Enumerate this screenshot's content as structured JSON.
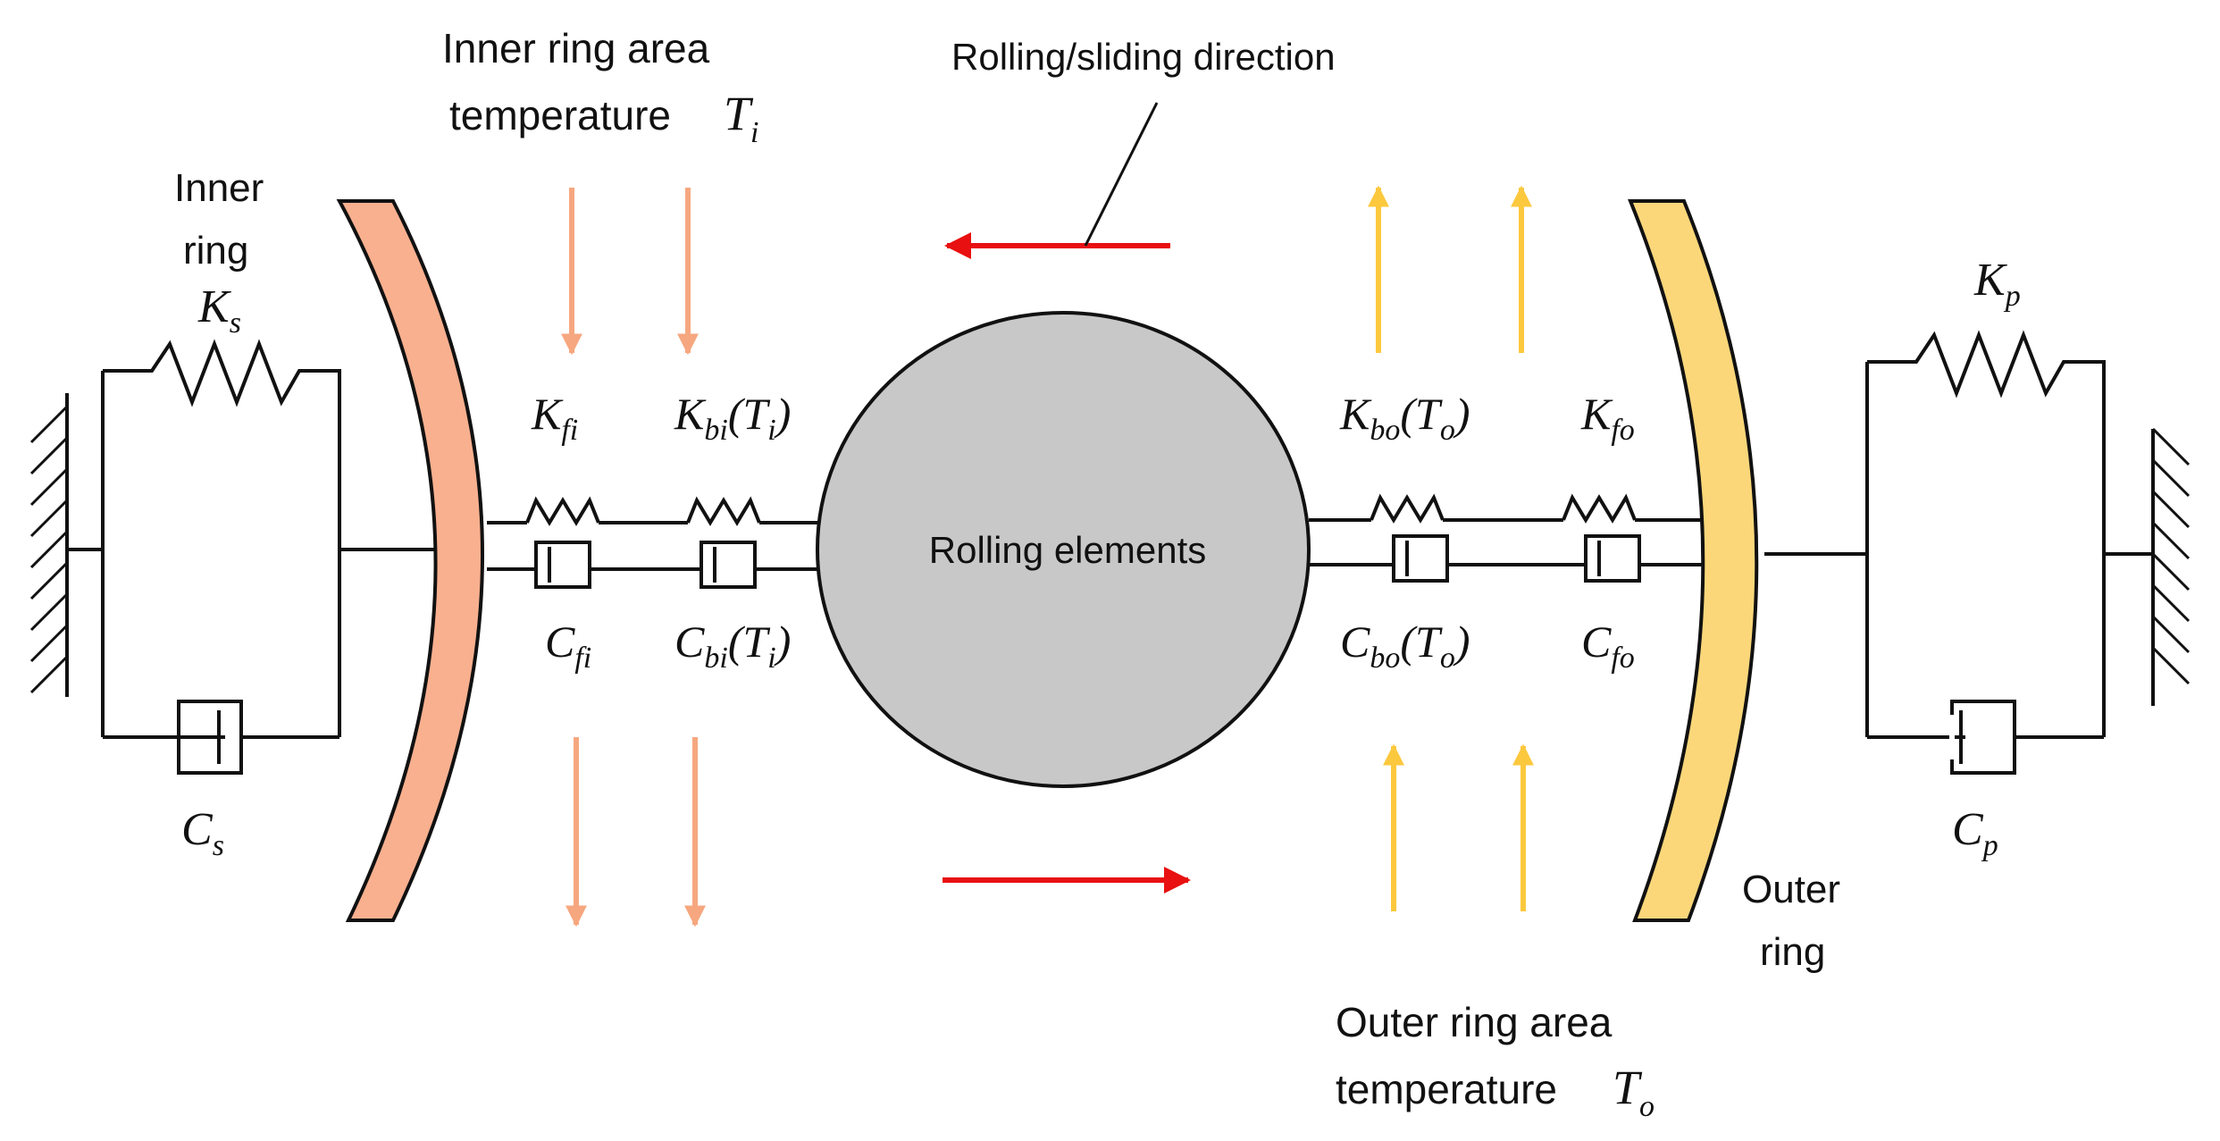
{
  "labels": {
    "inner_ring_area_line1": "Inner ring area",
    "inner_ring_area_line2": "temperature",
    "inner_temp_symbol": "T",
    "inner_temp_sub": "i",
    "rolling_direction": "Rolling/sliding direction",
    "inner_ring_line1": "Inner",
    "inner_ring_line2": "ring",
    "rolling_elements": "Rolling elements",
    "outer_ring_line1": "Outer",
    "outer_ring_line2": "ring",
    "outer_ring_area_line1": "Outer ring area",
    "outer_ring_area_line2": "temperature",
    "outer_temp_symbol": "T",
    "outer_temp_sub": "o"
  },
  "symbols": {
    "Ks": {
      "main": "K",
      "sub": "s",
      "arg": ""
    },
    "Cs": {
      "main": "C",
      "sub": "s",
      "arg": ""
    },
    "Kfi": {
      "main": "K",
      "sub": "fi",
      "arg": ""
    },
    "Cfi": {
      "main": "C",
      "sub": "fi",
      "arg": ""
    },
    "Kbi": {
      "main": "K",
      "sub": "bi",
      "arg_open": "(T",
      "arg_sub": "i",
      "arg_close": ")"
    },
    "Cbi": {
      "main": "C",
      "sub": "bi",
      "arg_open": "(T",
      "arg_sub": "i",
      "arg_close": ")"
    },
    "Kbo": {
      "main": "K",
      "sub": "bo",
      "arg_open": "(T",
      "arg_sub": "o",
      "arg_close": ")"
    },
    "Cbo": {
      "main": "C",
      "sub": "bo",
      "arg_open": "(T",
      "arg_sub": "o",
      "arg_close": ")"
    },
    "Kfo": {
      "main": "K",
      "sub": "fo",
      "arg": ""
    },
    "Cfo": {
      "main": "C",
      "sub": "fo",
      "arg": ""
    },
    "Kp": {
      "main": "K",
      "sub": "p",
      "arg": ""
    },
    "Cp": {
      "main": "C",
      "sub": "p",
      "arg": ""
    }
  },
  "colors": {
    "inner_ring_fill": "#f9b08f",
    "inner_arrow": "#f6a77f",
    "outer_ring_fill": "#fbd77a",
    "outer_arrow": "#fcc83e",
    "rolling_element_fill": "#c8c8c8",
    "direction_arrow": "#e81010",
    "ink": "#111111"
  }
}
